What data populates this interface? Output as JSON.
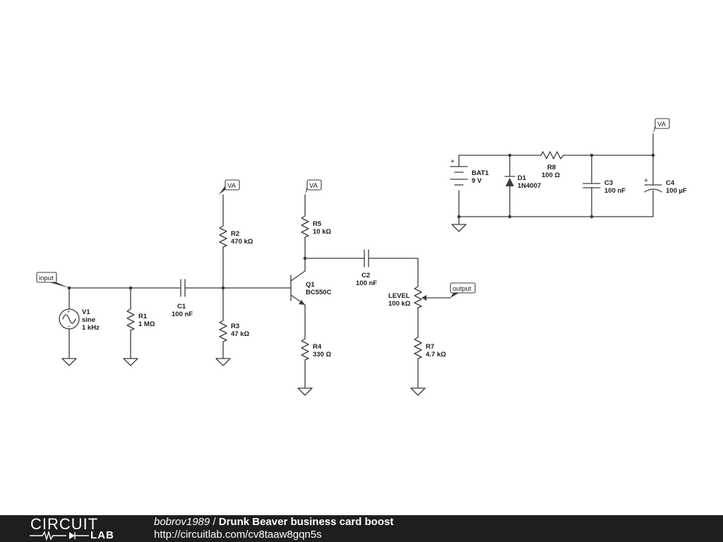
{
  "schematic": {
    "net_labels": {
      "input": "input",
      "output": "output",
      "supply": "VA"
    },
    "components": [
      {
        "id": "V1",
        "value_lines": [
          "sine",
          "1 kHz"
        ],
        "symbol": "ac-voltage-source-icon"
      },
      {
        "id": "R1",
        "value_lines": [
          "1 MΩ"
        ],
        "symbol": "resistor-icon"
      },
      {
        "id": "C1",
        "value_lines": [
          "100 nF"
        ],
        "symbol": "capacitor-icon"
      },
      {
        "id": "R2",
        "value_lines": [
          "470 kΩ"
        ],
        "symbol": "resistor-icon"
      },
      {
        "id": "R3",
        "value_lines": [
          "47 kΩ"
        ],
        "symbol": "resistor-icon"
      },
      {
        "id": "Q1",
        "value_lines": [
          "BC550C"
        ],
        "symbol": "npn-transistor-icon"
      },
      {
        "id": "R5",
        "value_lines": [
          "10 kΩ"
        ],
        "symbol": "resistor-icon"
      },
      {
        "id": "R4",
        "value_lines": [
          "330 Ω"
        ],
        "symbol": "resistor-icon"
      },
      {
        "id": "C2",
        "value_lines": [
          "100 nF"
        ],
        "symbol": "capacitor-icon"
      },
      {
        "id": "LEVEL",
        "value_lines": [
          "100 kΩ"
        ],
        "symbol": "potentiometer-icon"
      },
      {
        "id": "R7",
        "value_lines": [
          "4.7 kΩ"
        ],
        "symbol": "resistor-icon"
      },
      {
        "id": "BAT1",
        "value_lines": [
          "9 V"
        ],
        "symbol": "battery-icon"
      },
      {
        "id": "D1",
        "value_lines": [
          "1N4007"
        ],
        "symbol": "diode-icon"
      },
      {
        "id": "R8",
        "value_lines": [
          "100 Ω"
        ],
        "symbol": "resistor-icon"
      },
      {
        "id": "C3",
        "value_lines": [
          "100 nF"
        ],
        "symbol": "capacitor-icon"
      },
      {
        "id": "C4",
        "value_lines": [
          "100 µF"
        ],
        "symbol": "polarized-capacitor-icon"
      }
    ]
  },
  "footer": {
    "logo_top": "CIRCUIT",
    "logo_bottom": "LAB",
    "author": "bobrov1989",
    "separator": " / ",
    "title": "Drunk Beaver business card boost",
    "url": "http://circuitlab.com/cv8taaw8gqn5s"
  },
  "colors": {
    "wire": "#3a3a3a",
    "background": "#ffffff",
    "footer_bg": "#1e1e1e",
    "footer_text": "#ffffff"
  }
}
